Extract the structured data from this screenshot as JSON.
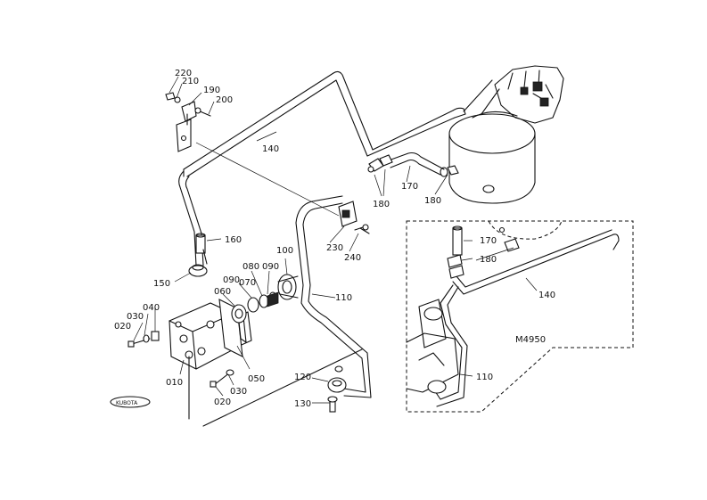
{
  "diagram_code": "M4950",
  "logo_text": "KUBOTA",
  "callouts": {
    "c220": "220",
    "c210": "210",
    "c190": "190",
    "c200": "200",
    "c140_main": "140",
    "c170_main": "170",
    "c180_main_left": "180",
    "c180_main_right": "180",
    "c160": "160",
    "c230": "230",
    "c240": "240",
    "c100": "100",
    "c080": "080",
    "c090_top": "090",
    "c090_left": "090",
    "c070": "070",
    "c060": "060",
    "c150": "150",
    "c110_main": "110",
    "c020_left": "020",
    "c030_left": "030",
    "c040": "040",
    "c010": "010",
    "c050": "050",
    "c030_bottom": "030",
    "c020_bottom": "020",
    "c120": "120",
    "c130": "130",
    "c170_inset": "170",
    "c180_inset": "180",
    "c140_inset": "140",
    "c110_inset": "110"
  }
}
